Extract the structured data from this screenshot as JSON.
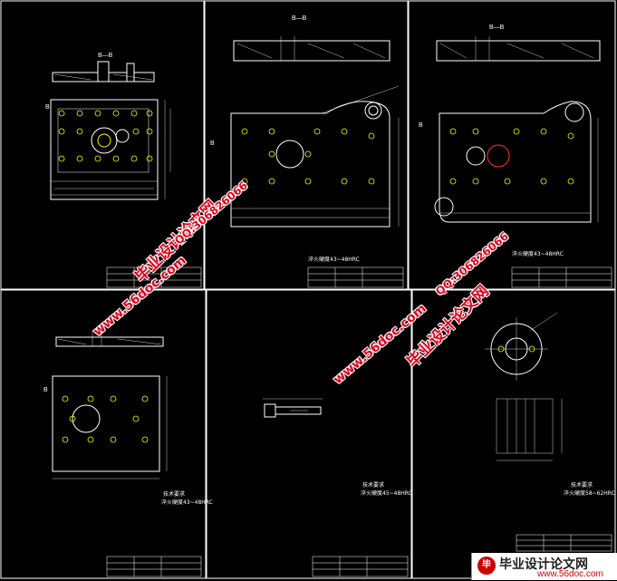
{
  "panels": [
    {
      "id": "p1",
      "section_label": "B—B",
      "marker": "B",
      "note": "",
      "hardness": ""
    },
    {
      "id": "p2",
      "section_label": "B—B",
      "marker": "B",
      "note": "",
      "hardness": "淬火硬度43~48HRC"
    },
    {
      "id": "p3",
      "section_label": "B—B",
      "marker": "B",
      "note": "",
      "hardness": "淬火硬度43~48HRC"
    },
    {
      "id": "p4",
      "section_label": "",
      "marker": "B",
      "note": "技术要求",
      "hardness": "淬火硬度43~48HRC"
    },
    {
      "id": "p5",
      "section_label": "",
      "marker": "",
      "note": "技术要求",
      "hardness": "淬火硬度45~48HRC"
    },
    {
      "id": "p6",
      "section_label": "",
      "marker": "",
      "note": "技术要求",
      "hardness": "淬火硬度58~62HRC"
    }
  ],
  "watermarks": {
    "site_a": "www.56doc.com",
    "qq_a": "QQ:306826066",
    "brand_a": "毕业设计论文网",
    "site_b": "www.56doc.com",
    "qq_b": "QQ:306826066",
    "brand_b": "毕业设计论文网"
  },
  "footer": {
    "brand": "毕业设计论文网",
    "url": "www.56doc.com",
    "mark": "毕"
  },
  "colors": {
    "line": "#ffffff",
    "hole": "#ffff00",
    "center": "#ff3333",
    "dim": "#dddddd",
    "bg": "#000000",
    "watermark": "#e0001b"
  }
}
